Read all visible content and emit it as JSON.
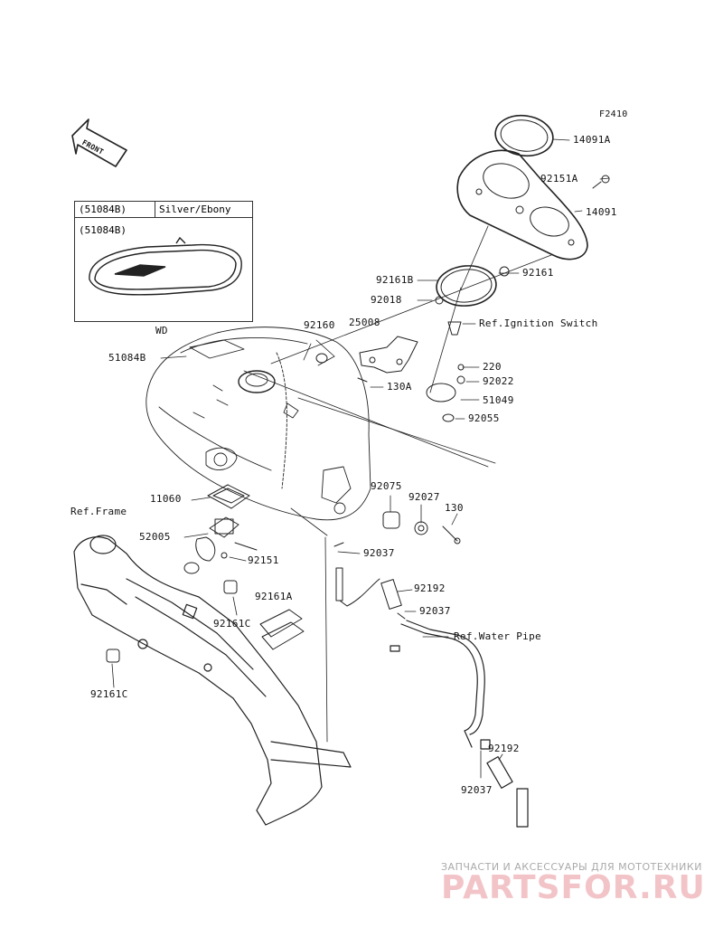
{
  "figure_id": "F2410",
  "front_label": "FRONT",
  "legend": {
    "code": "(51084B)",
    "color": "Silver/Ebony",
    "variant_code": "(51084B)"
  },
  "variant_note": "WD",
  "callouts": {
    "c14091A": "14091A",
    "c92151A": "92151A",
    "c14091": "14091",
    "c92161B": "92161B",
    "c92161": "92161",
    "c92018": "92018",
    "c92160": "92160",
    "c25008": "25008",
    "ref_ignition": "Ref.Ignition Switch",
    "c51084B": "51084B",
    "c220": "220",
    "c92022": "92022",
    "c130A": "130A",
    "c51049": "51049",
    "c92055": "92055",
    "c92075": "92075",
    "c92027": "92027",
    "c11060": "11060",
    "ref_frame": "Ref.Frame",
    "c130": "130",
    "c52005": "52005",
    "c92037a": "92037",
    "c92151": "92151",
    "c92192a": "92192",
    "c92161A": "92161A",
    "c92037b": "92037",
    "c92161Ca": "92161C",
    "ref_water": "Ref.Water Pipe",
    "c92161Cb": "92161C",
    "c92192b": "92192",
    "c92037c": "92037"
  },
  "watermark": {
    "tagline": "ЗАПЧАСТИ И АКСЕССУАРЫ ДЛЯ МОТОТЕХНИКИ",
    "brand": "PARTSFOR.RU"
  }
}
